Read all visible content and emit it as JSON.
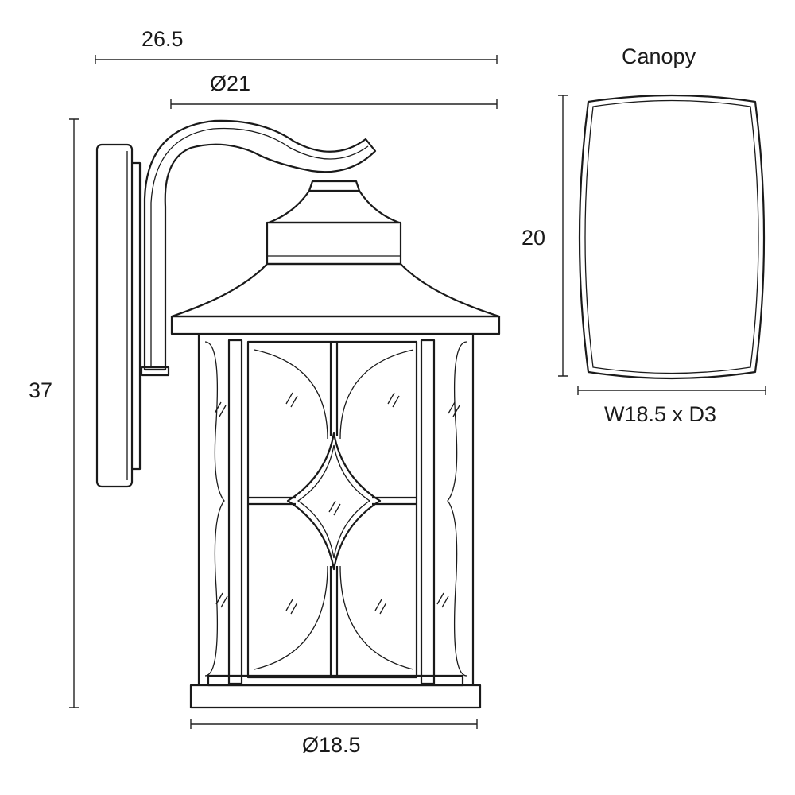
{
  "dimensions": {
    "overall_depth": "26.5",
    "roof_diameter": "Ø21",
    "height": "37",
    "base_diameter": "Ø18.5",
    "canopy_title": "Canopy",
    "canopy_height": "20",
    "canopy_size": "W18.5 x D3"
  }
}
